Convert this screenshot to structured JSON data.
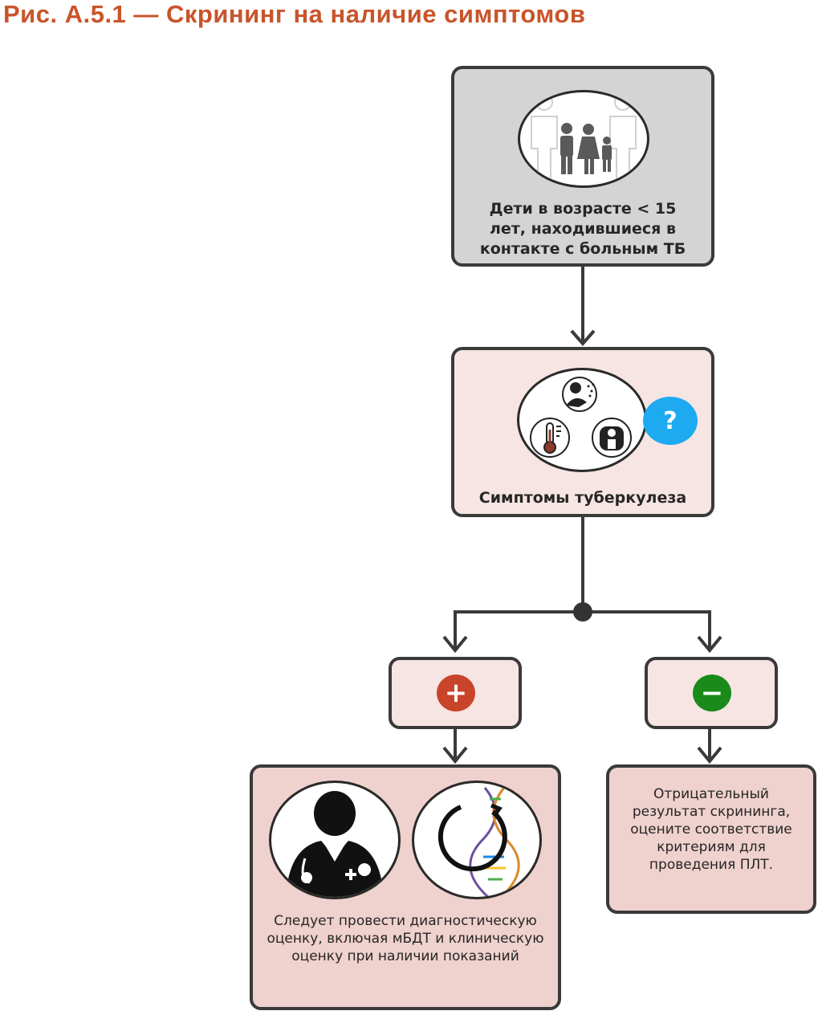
{
  "figure": {
    "title": "Рис. А.5.1 — Скрининг на наличие симптомов"
  },
  "nodes": {
    "contacts": {
      "text": "Дети в возрасте < 15 лет, находившиеся в контакте с больным ТБ",
      "icon": "family-icon"
    },
    "symptoms": {
      "text": "Симптомы туберкулеза",
      "icon": "symptoms-icon",
      "badge": "?",
      "badge_color": "#1eaaf1"
    },
    "positive": {
      "symbol": "+",
      "color": "#c8442a"
    },
    "negative": {
      "symbol": "−",
      "color": "#1a8a1a"
    },
    "diagnostic": {
      "text": "Следует провести диагностическую оценку, включая мБДТ и клиническую оценку при наличии показаний",
      "icons": [
        "doctor-icon",
        "dna-test-icon"
      ]
    },
    "negative_result": {
      "text": "Отрицательный результат скрининга, оцените соответствие критериям для проведения ПЛТ."
    }
  },
  "colors": {
    "title": "#c9542a",
    "border": "#3a3a3a",
    "gray_box": "#d4d4d4",
    "pink_box": "#f6e5e2"
  }
}
